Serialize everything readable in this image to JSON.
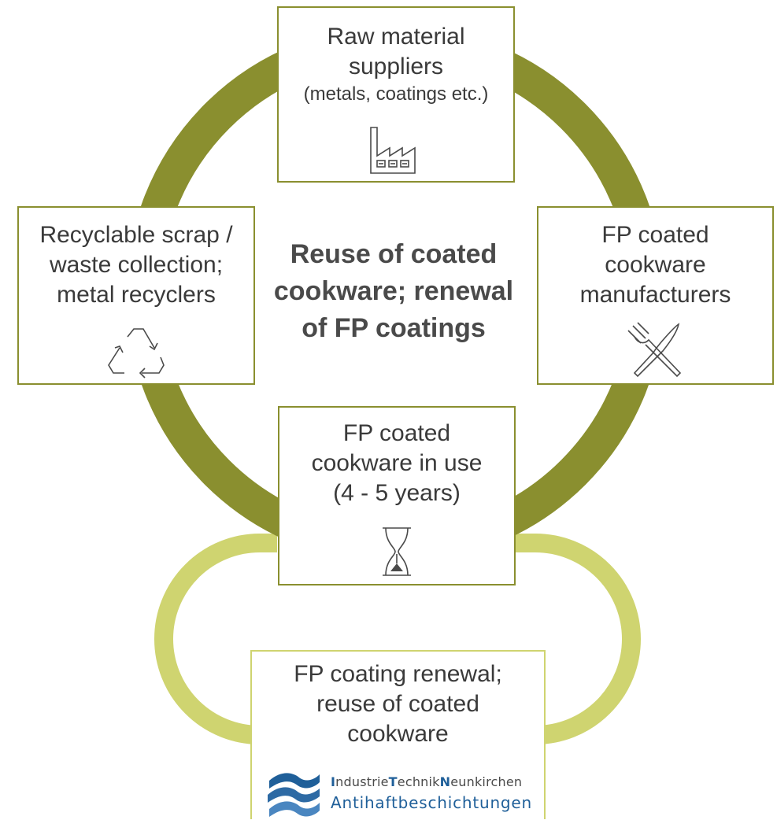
{
  "colors": {
    "cycle": "#8a8f2f",
    "renewal_loop": "#cfd470",
    "box_border": "#8a8f2f",
    "text": "#3a3a3a",
    "logo_blue": "#2d6aa4"
  },
  "center_title": [
    "Reuse of coated",
    "cookware; renewal",
    "of FP coatings"
  ],
  "nodes": {
    "top": {
      "lines": [
        "Raw material",
        "suppliers"
      ],
      "sub": "(metals, coatings etc.)",
      "icon": "factory-icon"
    },
    "right": {
      "lines": [
        "FP coated",
        "cookware",
        "manufacturers"
      ],
      "icon": "fork-knife-icon"
    },
    "bottom": {
      "lines": [
        "FP coated",
        "cookware in use",
        "(4 - 5 years)"
      ],
      "icon": "hourglass-icon"
    },
    "left": {
      "lines": [
        "Recyclable scrap /",
        "waste collection;",
        "metal recyclers"
      ],
      "icon": "recycle-icon"
    },
    "renewal": {
      "lines": [
        "FP coating renewal;",
        "reuse of coated",
        "cookware"
      ],
      "icon": "waves-logo-icon"
    }
  },
  "logo": {
    "line1": [
      {
        "initial": "I",
        "rest": "ndustrie"
      },
      {
        "initial": "T",
        "rest": "echnik"
      },
      {
        "initial": "N",
        "rest": "eunkirchen"
      }
    ],
    "line2": "Antihaftbeschichtungen"
  }
}
